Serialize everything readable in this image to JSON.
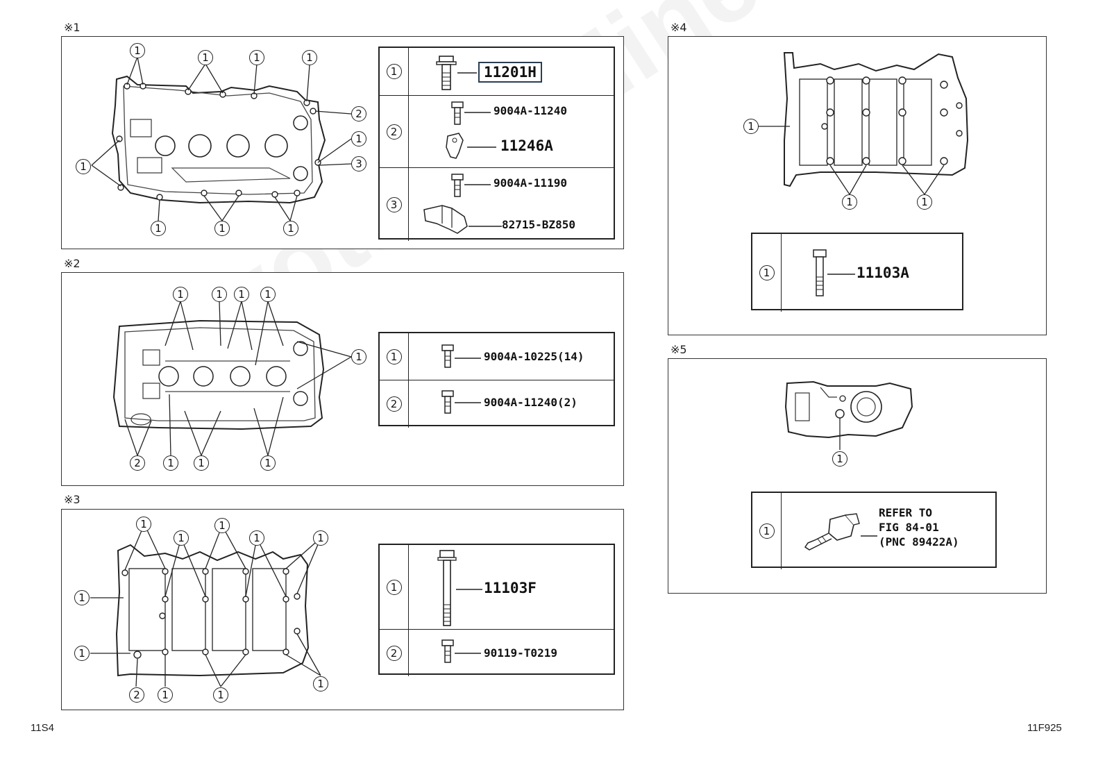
{
  "sections": {
    "s1": "※1",
    "s2": "※2",
    "s3": "※3",
    "s4": "※4",
    "s5": "※5"
  },
  "corners": {
    "left": "11S4",
    "right": "11F925"
  },
  "callout_numbers": {
    "one": "1",
    "two": "2",
    "three": "3"
  },
  "table1": {
    "rows": [
      {
        "num": "1",
        "parts": [
          "11201H"
        ]
      },
      {
        "num": "2",
        "parts": [
          "9004A-11240",
          "11246A"
        ]
      },
      {
        "num": "3",
        "parts": [
          "9004A-11190",
          "82715-BZ850"
        ]
      }
    ]
  },
  "table2": {
    "rows": [
      {
        "num": "1",
        "parts": [
          "9004A-10225(14)"
        ]
      },
      {
        "num": "2",
        "parts": [
          "9004A-11240(2)"
        ]
      }
    ]
  },
  "table3": {
    "rows": [
      {
        "num": "1",
        "parts": [
          "11103F"
        ]
      },
      {
        "num": "2",
        "parts": [
          "90119-T0219"
        ]
      }
    ]
  },
  "table4": {
    "rows": [
      {
        "num": "1",
        "parts": [
          "11103A"
        ]
      }
    ]
  },
  "table5": {
    "rows": [
      {
        "num": "1",
        "refer": "REFER TO\nFIG 84-01\n(PNC 89422A)"
      }
    ]
  },
  "watermark": "ToyotaCarMine.ru"
}
